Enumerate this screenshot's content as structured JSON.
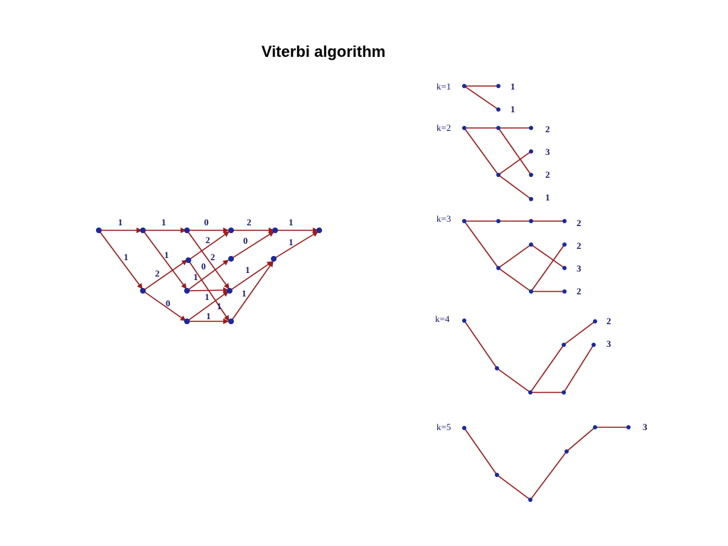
{
  "title": "Viterbi algorithm",
  "colors": {
    "edge": "#9b1c1c",
    "node": "#1a2a9a",
    "label": "#1a1a6e"
  },
  "trellis": {
    "edge_labels": [
      "1",
      "1",
      "0",
      "2",
      "1",
      "1",
      "1",
      "2",
      "2",
      "0",
      "1",
      "1",
      "2",
      "0",
      "1",
      "0",
      "1",
      "1",
      "1",
      "1"
    ]
  },
  "steps": [
    {
      "label": "k=1",
      "metrics": [
        "1",
        "1"
      ]
    },
    {
      "label": "k=2",
      "metrics": [
        "2",
        "3",
        "2",
        "1"
      ]
    },
    {
      "label": "k=3",
      "metrics": [
        "2",
        "2",
        "3",
        "2"
      ]
    },
    {
      "label": "k=4",
      "metrics": [
        "2",
        "3"
      ]
    },
    {
      "label": "k=5",
      "metrics": [
        "3"
      ]
    }
  ]
}
